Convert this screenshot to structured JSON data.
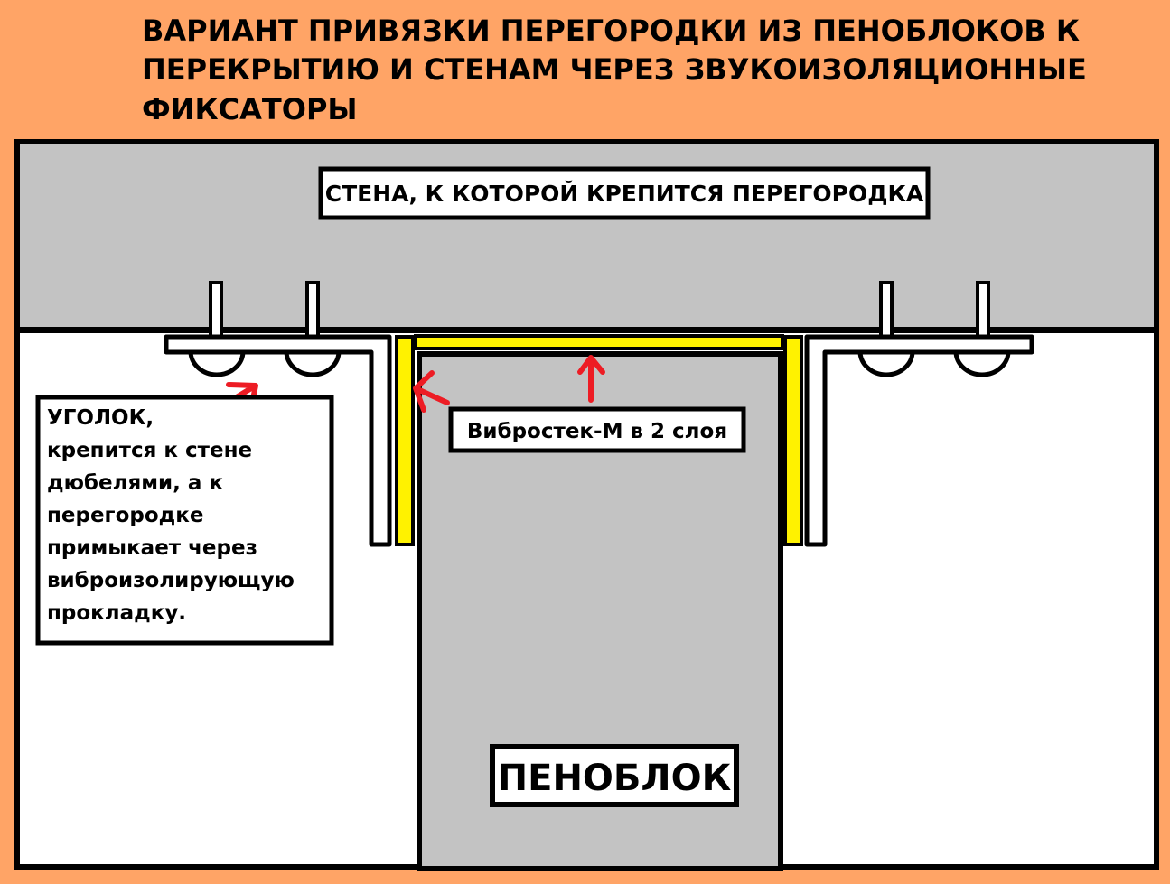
{
  "title": {
    "lines": [
      "ВАРИАНТ ПРИВЯЗКИ ПЕРЕГОРОДКИ ИЗ ПЕНОБЛОКОВ К",
      "ПЕРЕКРЫТИЮ И СТЕНАМ ЧЕРЕЗ ЗВУКОИЗОЛЯЦИОННЫЕ",
      "ФИКСАТОРЫ"
    ]
  },
  "labels": {
    "wall": "СТЕНА, К КОТОРОЙ КРЕПИТСЯ ПЕРЕГОРОДКА",
    "vibrostek": "Вибростек-М в 2 слоя",
    "penoblock": "ПЕНОБЛОК",
    "angle_callout": [
      "УГОЛОК,",
      "крепится к стене",
      "дюбелями, а к",
      "перегородке",
      "примыкает через",
      "виброизолирующую",
      "прокладку."
    ]
  },
  "colors": {
    "background": "#FFA466",
    "wall": "#C3C3C3",
    "block": "#C3C3C3",
    "gasket": "#FFF200",
    "arrow": "#ED1C24"
  }
}
